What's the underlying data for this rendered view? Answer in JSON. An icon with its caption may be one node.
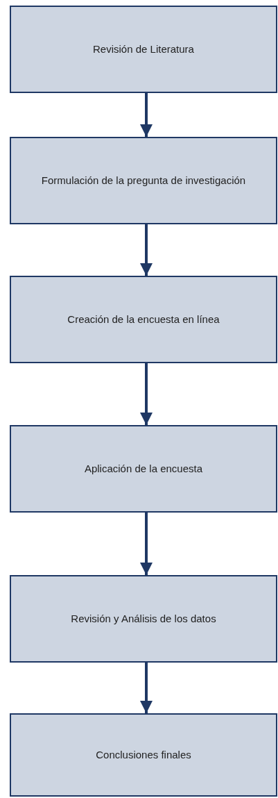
{
  "diagram": {
    "nodes": [
      {
        "text": [
          "Revisión de Literatura"
        ]
      },
      {
        "text": [
          "Formulación de la pregunta de investigación"
        ]
      },
      {
        "text": [
          "Creación de la encuesta en línea"
        ]
      },
      {
        "text": [
          "Aplicación de la encuesta"
        ]
      },
      {
        "text": [
          "Revisión y Análisis de los datos"
        ]
      },
      {
        "text": [
          "Conclusiones finales"
        ]
      }
    ],
    "edges": [
      {
        "from": 0,
        "to": 1,
        "arrow": "to"
      },
      {
        "from": 1,
        "to": 2,
        "arrow": "to"
      },
      {
        "from": 2,
        "to": 3,
        "arrow": "to"
      },
      {
        "from": 3,
        "to": 4,
        "arrow": "to"
      },
      {
        "from": 4,
        "to": 5,
        "arrow": "to"
      }
    ]
  }
}
